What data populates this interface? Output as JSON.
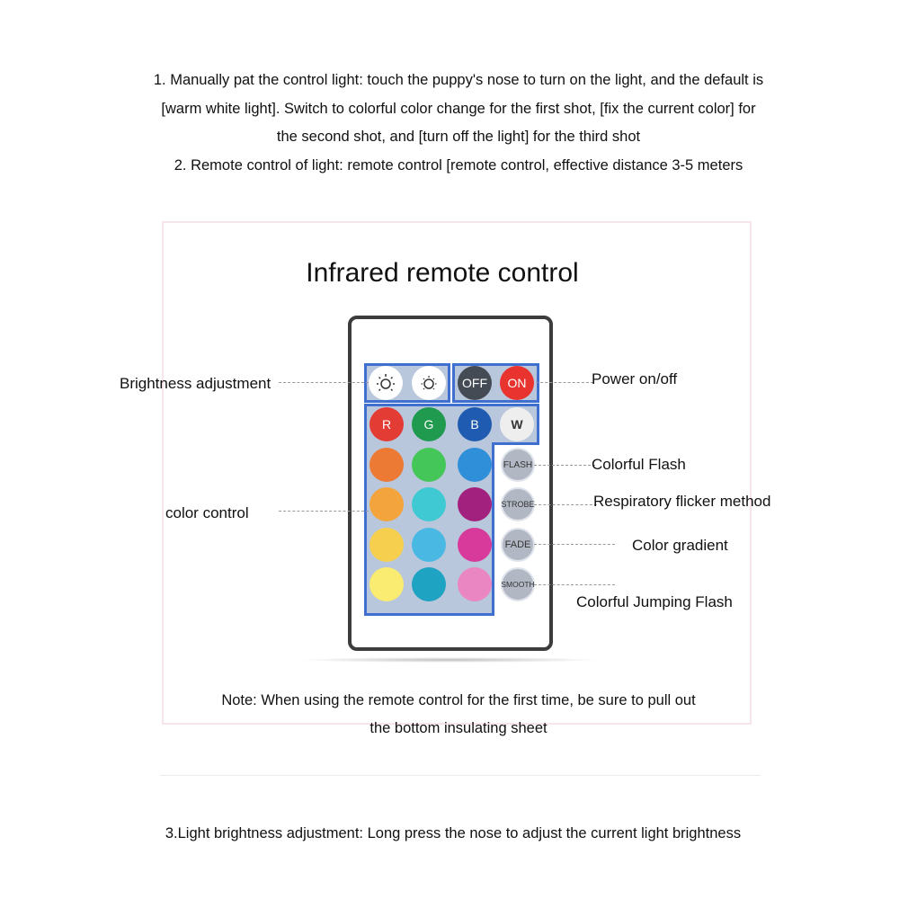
{
  "intro": {
    "line1": "1. Manually pat the control light: touch the puppy's nose to turn on the light, and the default is",
    "line2": "[warm white light]. Switch to colorful color change for the first shot, [fix the current color] for",
    "line3": "the second shot, and [turn off the light] for the third shot",
    "line4": "2. Remote control of light: remote control [remote control, effective distance 3-5 meters"
  },
  "title": "Infrared remote control",
  "labels": {
    "brightness": "Brightness adjustment",
    "power": "Power on/off",
    "color_control": "color control",
    "flash": "Colorful Flash",
    "strobe": "Respiratory flicker method",
    "fade": "Color gradient",
    "smooth": "Colorful Jumping Flash"
  },
  "remote": {
    "off": "OFF",
    "on": "ON",
    "r": "R",
    "g": "G",
    "b": "B",
    "w": "W",
    "flash": "FLASH",
    "strobe": "STROBE",
    "fade": "FADE",
    "smooth": "SMOOTH",
    "colors": {
      "red": "#e23c35",
      "green": "#1f9a4e",
      "blue": "#1f5bb0",
      "white": "#eeeeee",
      "off_bg": "#444b55",
      "on_bg": "#e8332f",
      "group_border": "#3f6fcf",
      "orange1": "#ec7a34",
      "green2": "#45c659",
      "blue2": "#2f8fd9",
      "orange2": "#f4a43c",
      "cyan1": "#3fcad3",
      "magenta1": "#a3217e",
      "yellow1": "#f7cf4f",
      "cyan2": "#49b9e4",
      "pink1": "#d73a9b",
      "yellow2": "#f9ec70",
      "teal1": "#1ea3c2",
      "pink2": "#ea86c2"
    }
  },
  "note": {
    "line1": "Note: When using the remote control for the first time, be sure to pull out",
    "line2": "the bottom insulating sheet"
  },
  "footer": "3.Light brightness adjustment: Long press the nose to adjust the current light brightness"
}
